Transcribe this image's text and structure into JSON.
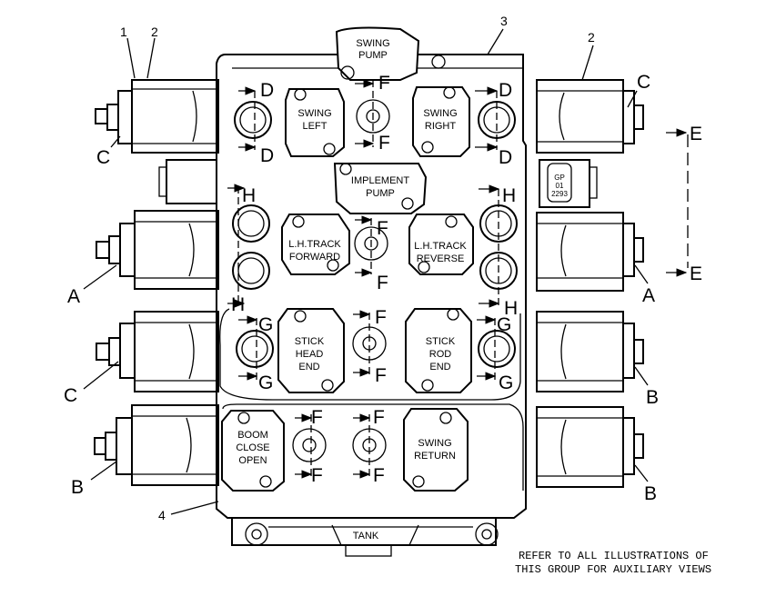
{
  "callouts": {
    "c1": "1",
    "c2a": "2",
    "c2b": "2",
    "c3": "3",
    "c4": "4"
  },
  "sections": {
    "d": "D",
    "f": "F",
    "h": "H",
    "g": "G",
    "e": "E"
  },
  "side_letters": {
    "a": "A",
    "b": "B",
    "c": "C"
  },
  "ports": {
    "swing_pump": [
      "SWING",
      "PUMP"
    ],
    "swing_left": [
      "SWING",
      "LEFT"
    ],
    "swing_right": [
      "SWING",
      "RIGHT"
    ],
    "implement_pump": [
      "IMPLEMENT",
      "PUMP"
    ],
    "lh_track_forward": [
      "L.H.TRACK",
      "FORWARD"
    ],
    "lh_track_reverse": [
      "L.H.TRACK",
      "REVERSE"
    ],
    "stick_head_end": [
      "STICK",
      "HEAD",
      "END"
    ],
    "stick_rod_end": [
      "STICK",
      "ROD",
      "END"
    ],
    "boom_close_open": [
      "BOOM",
      "CLOSE",
      "OPEN"
    ],
    "swing_return": [
      "SWING",
      "RETURN"
    ],
    "tank": "TANK"
  },
  "tag_text": [
    "GP",
    "01",
    "2293"
  ],
  "note": [
    "REFER TO ALL ILLUSTRATIONS OF",
    "THIS GROUP FOR AUXILIARY VIEWS"
  ]
}
